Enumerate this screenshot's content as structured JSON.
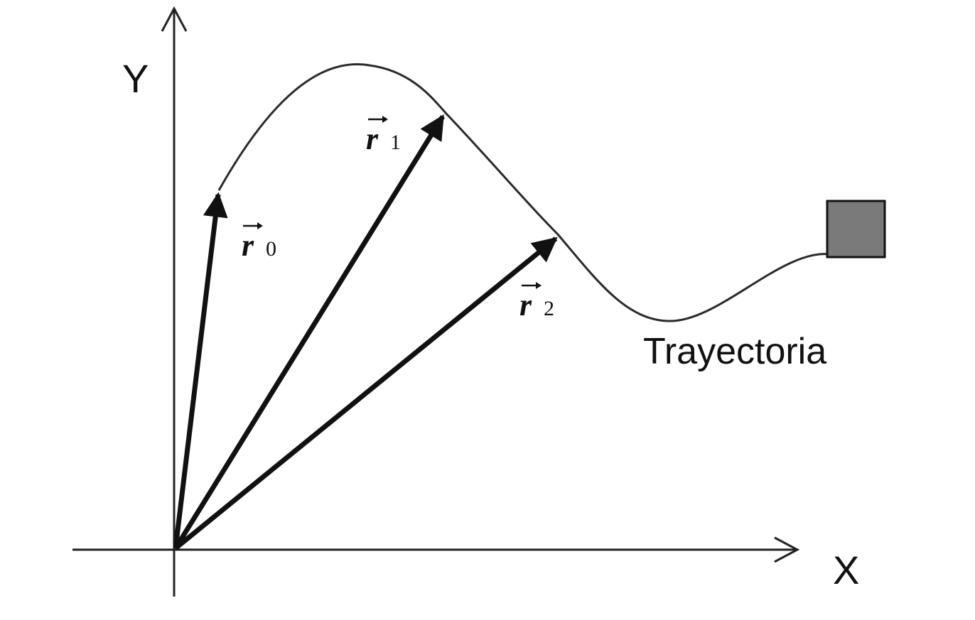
{
  "axes": {
    "x_label": "X",
    "y_label": "Y"
  },
  "trajectory": {
    "label": "Trayectoria"
  },
  "vectors": [
    {
      "letter": "r",
      "subscript": "0"
    },
    {
      "letter": "r",
      "subscript": "1"
    },
    {
      "letter": "r",
      "subscript": "2"
    }
  ],
  "colors": {
    "line": "#111111",
    "curve": "#2a2a2a",
    "axis": "#222222",
    "object_fill": "#7a7a7a",
    "object_stroke": "#111111"
  }
}
